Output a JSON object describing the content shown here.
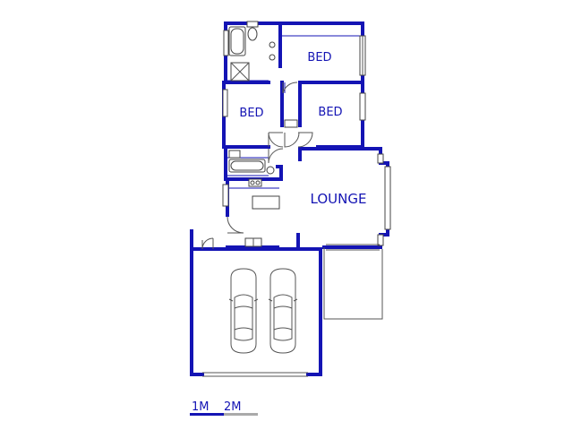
{
  "rooms": {
    "bed_top": "BED",
    "bed_left": "BED",
    "bed_right": "BED",
    "lounge": "LOUNGE"
  },
  "scale": {
    "label_1": "1M",
    "label_2": "2M"
  },
  "colors": {
    "wall": "#1414b4",
    "fixture": "#444444",
    "scale_gray": "#aaaaaa"
  },
  "icons": [
    "car-icon",
    "car-icon",
    "door-swing-icon",
    "bathtub-icon",
    "toilet-icon",
    "basin-icon",
    "shower-icon",
    "kitchen-sink-icon",
    "stove-icon"
  ]
}
